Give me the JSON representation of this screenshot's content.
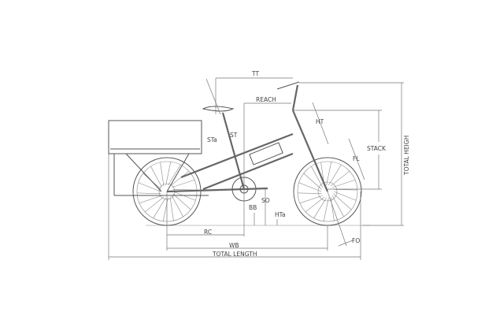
{
  "title": "Cargo bike geometry diagram",
  "labels": {
    "tt": "TT",
    "reach": "REACH",
    "ht": "HT",
    "stack": "STACK",
    "total_height": "TOTAL HEIGH",
    "fl": "FL",
    "st": "ST",
    "sta": "STa",
    "so": "SO",
    "bb": "BB",
    "hta": "HTa",
    "rc": "RC",
    "wb": "WB",
    "total_length": "TOTAL LENGTH",
    "fo": "FO"
  }
}
